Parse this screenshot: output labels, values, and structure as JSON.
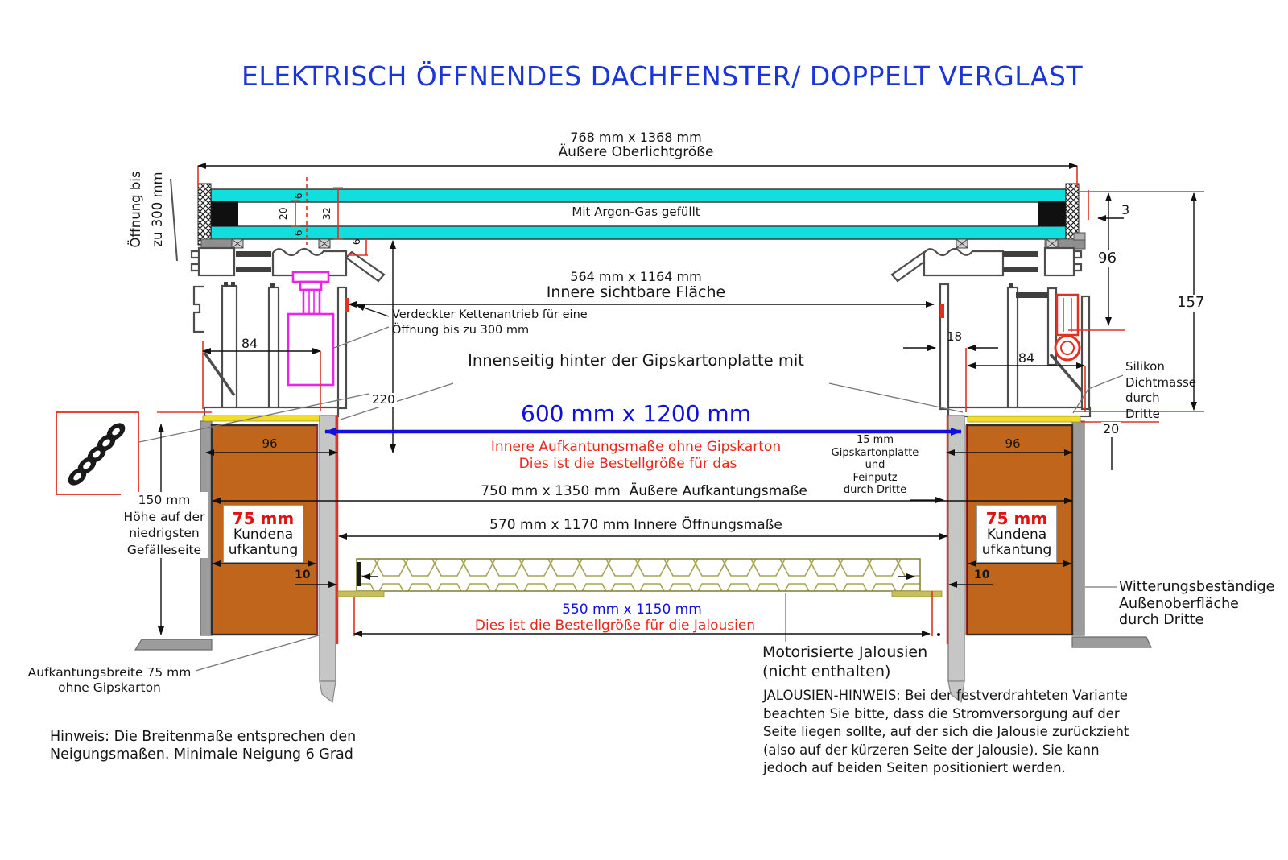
{
  "t": {
    "title": "ELEKTRISCH ÖFFNENDES DACHFENSTER/ DOPPELT VERGLAST",
    "outer_size": "768 mm x 1368 mm",
    "outer_label": "Äußere Oberlichtgröße",
    "argon": "Mit Argon-Gas gefüllt",
    "visible_size": "564 mm x 1164 mm",
    "visible_label": "Innere sichtbare Fläche",
    "kett1": "Verdeckter Kettenantrieb für eine",
    "kett2": "Öffnung bis zu 300 mm",
    "innenseitig": "Innenseitig hinter der Gipskartonplatte mit",
    "order_size": "600 mm x 1200 mm",
    "order_red1": "Innere Aufkantungsmaße ohne Gipskarton",
    "order_red2": "Dies ist die Bestellgröße für das",
    "outer_upstand": "750 mm x 1350 mm  Äußere Aufkantungsmaße",
    "inner_opening": "570 mm x 1170 mm Innere Öffnungsmaße",
    "blind_size": "550 mm x 1150 mm",
    "blind_red": "Dies ist die Bestellgröße für die Jalousien",
    "motor1": "Motorisierte Jalousien",
    "motor2": "(nicht enthalten)",
    "hinweis_heading": "JALOUSIEN-HINWEIS",
    "hinweis_body": ": Bei der festverdrahteten Variante beachten Sie bitte, dass die Stromversorgung auf der Seite liegen sollte, auf der sich die Jalousie zurückzieht (also auf der kürzeren Seite der Jalousie). Sie kann jedoch auf beiden Seiten positioniert werden.",
    "note1": "Hinweis: Die Breitenmaße entsprechen den",
    "note2": "Neigungsmaßen. Minimale Neigung 6 Grad",
    "aufk1": "Aufkantungsbreite 75 mm",
    "aufk2": "ohne Gipskarton",
    "h150_1": "150 mm",
    "h150_2": "Höhe auf der",
    "h150_3": "niedrigsten",
    "h150_4": "Gefälleseite",
    "oeff1": "Öffnung bis",
    "oeff2": "zu 300 mm",
    "sil1": "Silikon",
    "sil2": "Dichtmasse",
    "sil3": "durch",
    "sil4": "Dritte",
    "wit1": "Witterungsbeständige",
    "wit2": "Außenoberfläche",
    "wit3": "durch Dritte",
    "gips1": "15 mm",
    "gips2": "Gipskartonplatte",
    "gips3": "und",
    "gips4": "Feinputz",
    "gips5": "durch Dritte",
    "kund75": "75 mm",
    "kund2": "Kundena",
    "kund3": "ufkantung",
    "d96": "96",
    "d84": "84",
    "d220": "220",
    "d18": "18",
    "d10": "10",
    "d157": "157",
    "d3": "3",
    "d20": "20",
    "d32": "32",
    "d6": "6"
  },
  "colors": {
    "title_blue": "#1b36d8",
    "dim_blue": "#1111dd",
    "alert_red": "#e8271b",
    "line_red": "#e03222",
    "glass_cyan": "#12dede",
    "wall_orange": "#c0661c",
    "motor_magenta": "#ea25ea",
    "blind_olive": "#a8a552",
    "silicone_yellow": "#f2de2a",
    "profile_gray": "#4d4d4d"
  }
}
